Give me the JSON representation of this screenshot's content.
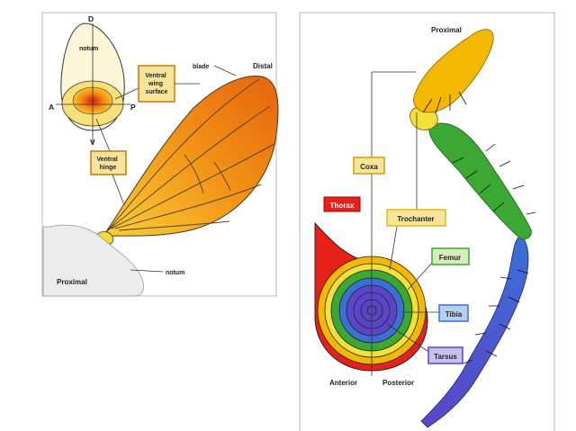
{
  "left_panel": {
    "axis_d": "D",
    "axis_v": "V",
    "axis_a": "A",
    "axis_p": "P",
    "notum_top": "notum",
    "blade": "blade",
    "distal": "Distal",
    "ventral_wing_surface": [
      "Ventral",
      "wing",
      "surface"
    ],
    "ventral_hinge": [
      "Ventral",
      "hinge"
    ],
    "notum_bottom": "notum",
    "proximal": "Proximal"
  },
  "right_panel": {
    "proximal": "Proximal",
    "coxa": "Coxa",
    "thorax": "Thorax",
    "trochanter": "Trochanter",
    "femur": "Femur",
    "tibia": "Tibia",
    "tarsus": "Tarsus",
    "anterior": "Anterior",
    "posterior": "Posterior"
  },
  "colors": {
    "coxa": "#f5b800",
    "trochanter": "#f2e13a",
    "femur": "#3aa832",
    "tibia": "#3b6fd6",
    "tarsus": "#5a45c9",
    "thorax": "#e8201a",
    "wing_orange": "#f08a10",
    "wing_yellow": "#f8c428",
    "label_box": "#f8e49a"
  }
}
